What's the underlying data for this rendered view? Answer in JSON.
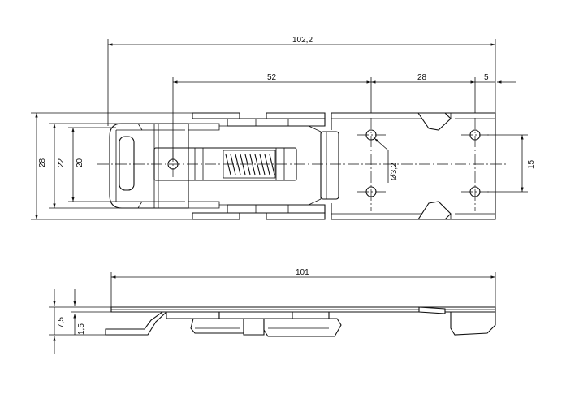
{
  "drawing": {
    "top_view": {
      "overall_length": "102,2",
      "hole_spacing_to_pivot": "52",
      "hook_hole_offset": "28",
      "end_offset": "5",
      "height_outer": "28",
      "height_mid": "22",
      "height_inner": "20",
      "hole_vertical_spacing": "15",
      "hole_diameter": "Ø3,2"
    },
    "side_view": {
      "overall_length": "101",
      "height_total": "7,5",
      "plate_thickness": "1,5"
    }
  }
}
